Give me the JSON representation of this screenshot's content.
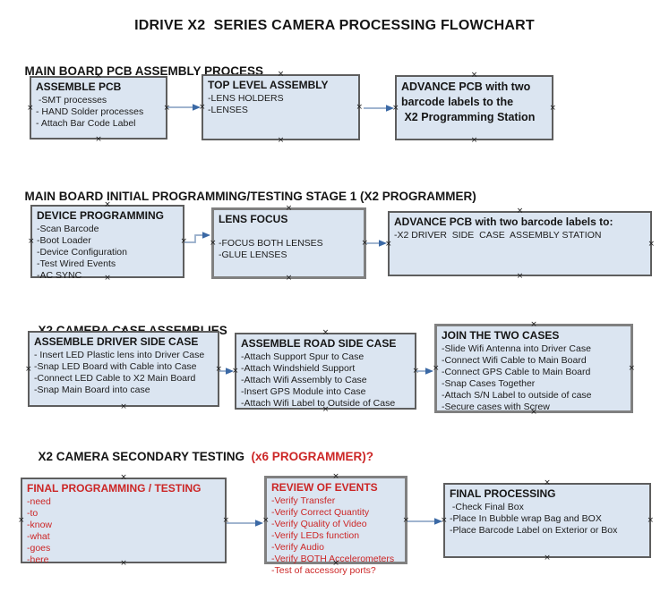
{
  "title": "IDRIVE X2  SERIES CAMERA PROCESSING FLOWCHART",
  "icons": {
    "connection_handle": "×",
    "connector_arrow": "→"
  },
  "colors": {
    "box_fill": "#dbe5f1",
    "box_border": "#5e5e5e",
    "box_border_thick": "#808080",
    "red_text": "#cc2626",
    "arrow_line": "#92aac8",
    "arrow_head": "#3b69a5",
    "handle": "#1a1a1a"
  },
  "sections": [
    {
      "heading": "MAIN BOARD PCB ASSEMBLY PROCESS",
      "boxes": [
        {
          "title": "ASSEMBLE PCB",
          "items": [
            " -SMT processes",
            "- HAND Solder processes",
            "- Attach Bar Code Label"
          ]
        },
        {
          "title": "TOP LEVEL ASSEMBLY",
          "items": [
            "-LENS HOLDERS",
            "-LENSES"
          ]
        },
        {
          "lines": [
            "ADVANCE PCB with two",
            "barcode labels to the",
            " X2 Programming Station"
          ]
        }
      ]
    },
    {
      "heading": "MAIN BOARD INITIAL PROGRAMMING/TESTING STAGE 1 (X2 PROGRAMMER)",
      "boxes": [
        {
          "title": "DEVICE PROGRAMMING",
          "items": [
            "-Scan Barcode",
            "-Boot Loader",
            "-Device Configuration",
            "-Test Wired Events",
            "-AC SYNC"
          ]
        },
        {
          "title": "LENS FOCUS",
          "items": [
            "-FOCUS BOTH LENSES",
            "-GLUE LENSES"
          ]
        },
        {
          "title": "ADVANCE PCB with two barcode labels to:",
          "items": [
            "-X2 DRIVER  SIDE  CASE  ASSEMBLY STATION"
          ]
        }
      ]
    },
    {
      "heading": "X2 CAMERA CASE ASSEMBLIES",
      "boxes": [
        {
          "title": "ASSEMBLE DRIVER SIDE CASE",
          "items": [
            "- Insert LED Plastic lens into Driver Case",
            "-Snap LED Board with Cable into Case",
            "-Connect LED Cable to X2 Main Board",
            "-Snap Main Board into case"
          ]
        },
        {
          "title": "ASSEMBLE ROAD SIDE CASE",
          "items": [
            "-Attach Support Spur to Case",
            "-Attach Windshield Support",
            "-Attach Wifi Assembly to Case",
            "-Insert GPS Module into Case",
            "-Attach Wifi Label to Outside of Case"
          ]
        },
        {
          "title": "JOIN THE TWO CASES",
          "items": [
            "-Slide Wifi Antenna into Driver Case",
            "-Connect Wifi Cable to Main Board",
            "-Connect GPS Cable to Main Board",
            "-Snap Cases Together",
            "-Attach S/N Label to outside of case",
            "-Secure cases with Screw"
          ]
        }
      ]
    },
    {
      "heading": "X2 CAMERA SECONDARY TESTING",
      "heading_suffix": "  (x6 PROGRAMMER)?",
      "boxes": [
        {
          "title": "FINAL PROGRAMMING / TESTING",
          "items": [
            "-need",
            "-to",
            "-know",
            "-what",
            "-goes",
            "-here"
          ]
        },
        {
          "title": "REVIEW OF EVENTS",
          "items": [
            "-Verify Transfer",
            "-Verify Correct Quantity",
            "-Verify Quality of Video",
            "-Verify LEDs function",
            "-Verify Audio",
            "-Verify BOTH Accelerometers",
            "-Test of accessory ports?"
          ]
        },
        {
          "title": "FINAL PROCESSING",
          "items": [
            " -Check Final Box",
            "-Place In Bubble wrap Bag and BOX",
            "-Place Barcode Label on Exterior or Box"
          ]
        }
      ]
    }
  ]
}
